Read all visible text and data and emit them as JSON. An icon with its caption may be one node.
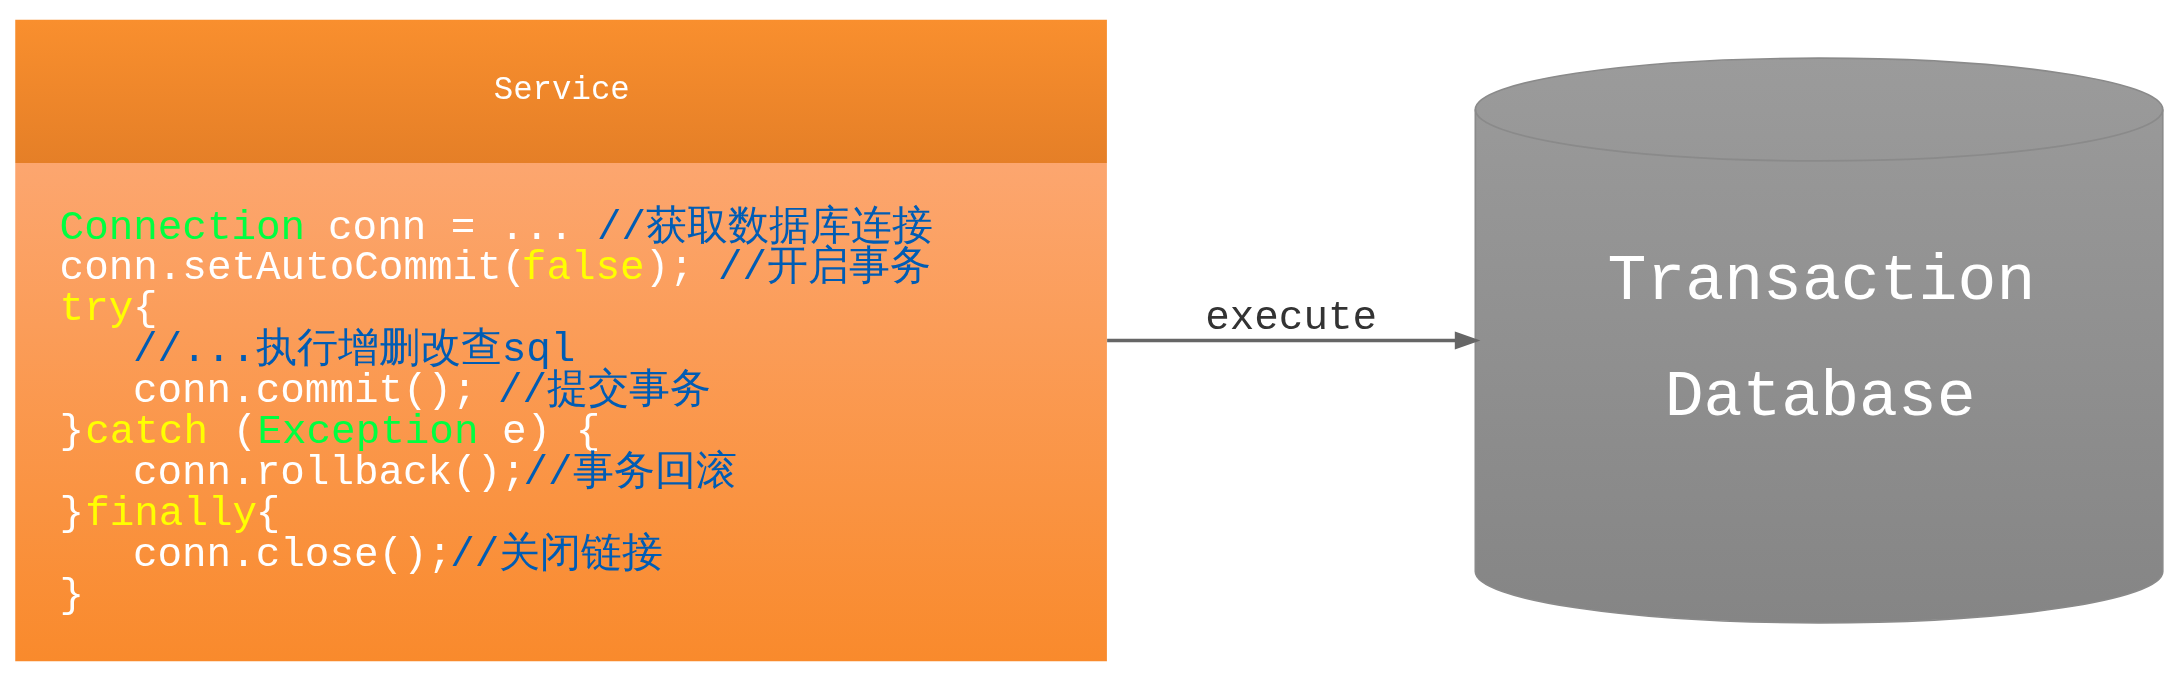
{
  "diagram": {
    "nodes": [
      {
        "text": [
          "Service",
          "Connection conn = ... //获取数据库连接",
          "conn.setAutoCommit(false); //开启事务",
          "try{",
          "//...执行增删改查sql",
          "conn.commit(); //提交事务",
          "}catch (Exception e) {",
          "conn.rollback();//事务回滚",
          "}finally{",
          "conn.close();//关闭链接",
          "}"
        ]
      },
      {
        "text": [
          "Transaction Database"
        ]
      }
    ],
    "edges": [
      {
        "from": 0,
        "to": 1,
        "arrow": "to",
        "label": "execute"
      }
    ]
  }
}
